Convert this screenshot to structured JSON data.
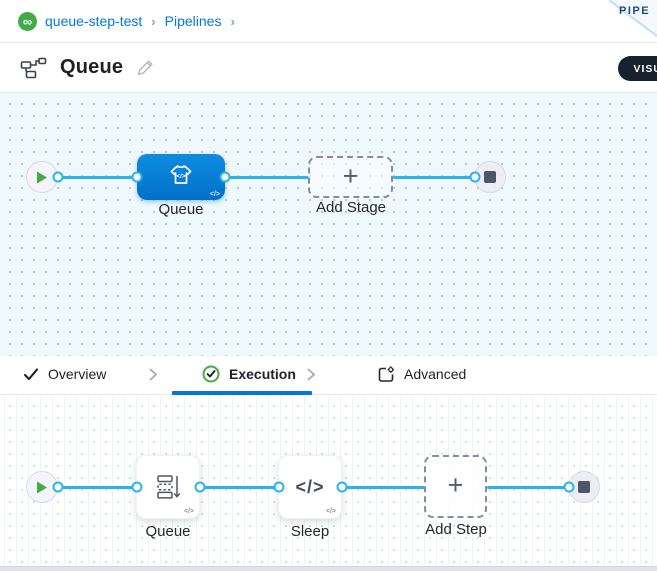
{
  "colors": {
    "accent_blue": "#0278d5",
    "flow_cyan": "#2bb4e9",
    "success_green": "#42ab45",
    "node_blue": "#0278d5",
    "pill_dark": "#16222e"
  },
  "breadcrumb": {
    "items": [
      {
        "label": "queue-step-test"
      },
      {
        "label": "Pipelines"
      }
    ],
    "separator": "›"
  },
  "ribbon": {
    "label": "PIPE"
  },
  "header": {
    "title": "Queue",
    "view_toggle": "VISUAL"
  },
  "icons": {
    "code": "</>",
    "plus": "+",
    "infinity": "∞",
    "pipeline_icon": "pipeline-flowchart",
    "edit_icon": "pencil",
    "play_icon": "play",
    "stop_icon": "stop"
  },
  "stage_flow": {
    "stage_label": "Queue",
    "add_label": "Add Stage"
  },
  "tabs": {
    "overview": "Overview",
    "execution": "Execution",
    "advanced": "Advanced",
    "active_tab": "Execution"
  },
  "execution_flow": {
    "steps": [
      {
        "label": "Queue"
      },
      {
        "label": "Sleep"
      }
    ],
    "add_label": "Add Step"
  }
}
